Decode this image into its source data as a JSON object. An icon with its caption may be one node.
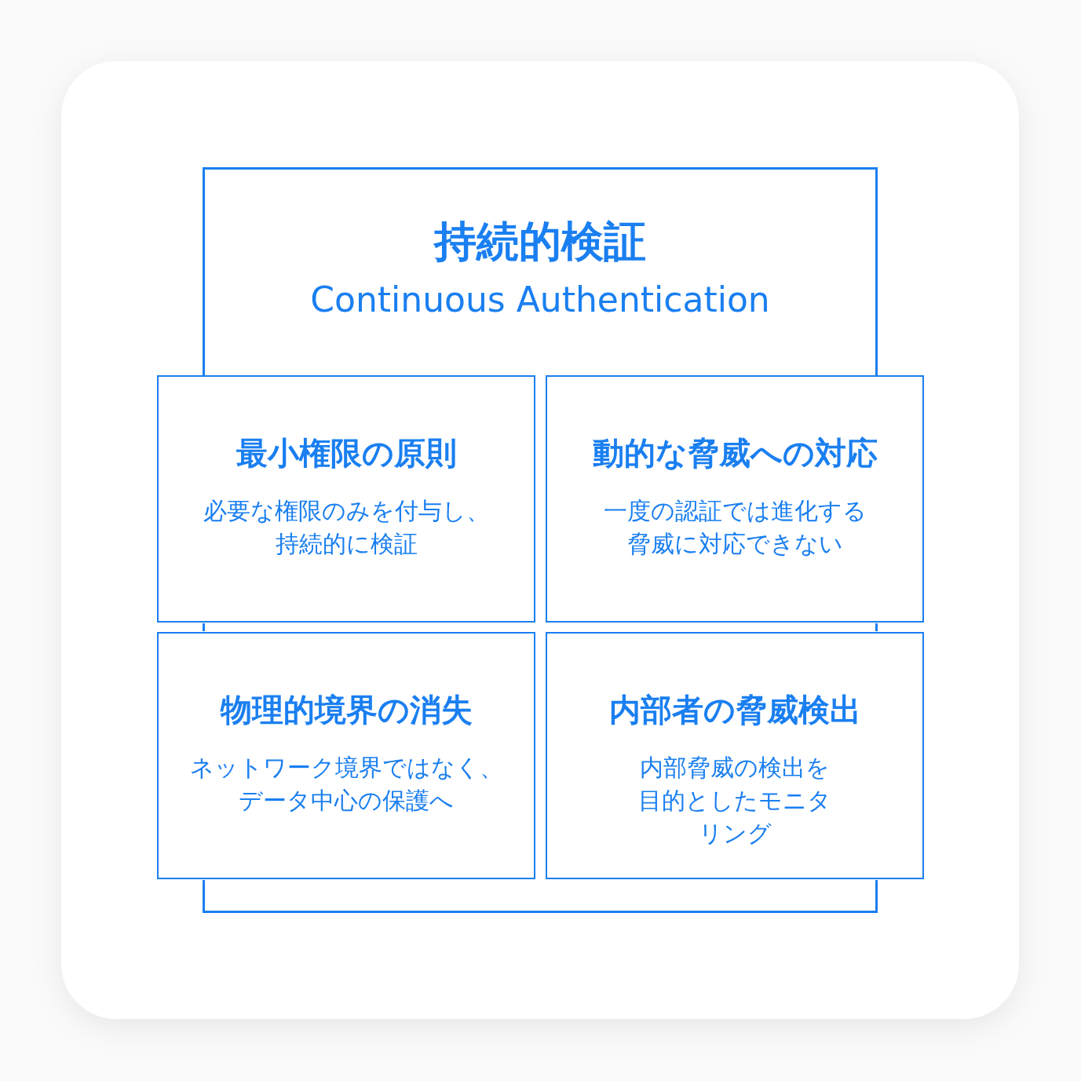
{
  "diagram": {
    "nodes": [
      {
        "text": [
          "持続的検証",
          "Continuous Authentication"
        ]
      },
      {
        "text": [
          "最小権限の原則",
          "必要な権限のみを付与し、持続的に検証"
        ]
      },
      {
        "text": [
          "動的な脅威への対応",
          "一度の認証では進化する脅威に対応できない"
        ]
      },
      {
        "text": [
          "物理的境界の消失",
          "ネットワーク境界ではなく、データ中心の保護へ"
        ]
      },
      {
        "text": [
          "内部者の脅威検出",
          "内部脅威の検出を目的としたモニタリング"
        ]
      }
    ]
  }
}
